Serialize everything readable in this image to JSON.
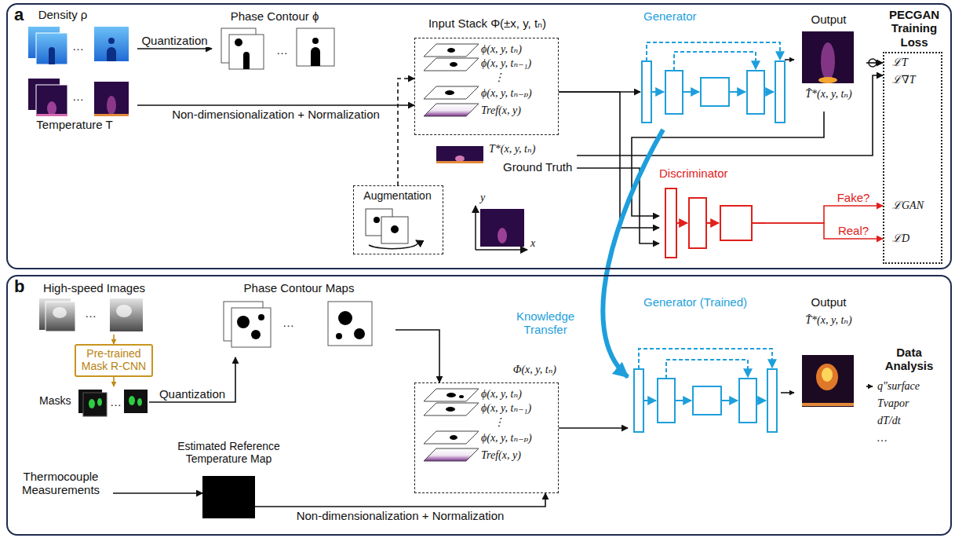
{
  "diagram": {
    "nodes": [
      {
        "text": [
          "a"
        ]
      },
      {
        "text": [
          "Density ρ"
        ],
        "in": 0
      },
      {
        "text": [
          "Temperature T"
        ],
        "in": 0
      },
      {
        "text": [
          "Phase Contour ϕ"
        ],
        "in": 0
      },
      {
        "text": [
          "Input Stack Φ(±x, y, tₙ)",
          "ϕ(x, y, tₙ)",
          "ϕ(x, y, tₙ₋₁)",
          "⋮",
          "ϕ(x, y, tₙ₋ₚ)",
          "Tref(x, y)"
        ],
        "in": 0
      },
      {
        "text": [
          "T*(x, y, tₙ)",
          "Ground Truth"
        ],
        "in": 0
      },
      {
        "text": [
          "Augmentation"
        ],
        "in": 0
      },
      {
        "text": [
          "Generator"
        ],
        "in": 0
      },
      {
        "text": [
          "Output",
          "T̂*(x, y, tₙ)"
        ],
        "in": 0
      },
      {
        "text": [
          "Discriminator"
        ],
        "in": 0
      },
      {
        "text": [
          "PECGAN Training Loss",
          "ℒT",
          "ℒ∇T",
          "ℒGAN",
          "ℒD"
        ],
        "in": 0
      },
      {
        "text": [
          "b"
        ]
      },
      {
        "text": [
          "High-speed Images"
        ],
        "in": 11
      },
      {
        "text": [
          "Pre-trained Mask R-CNN"
        ],
        "in": 11
      },
      {
        "text": [
          "Masks"
        ],
        "in": 11
      },
      {
        "text": [
          "Phase Contour Maps"
        ],
        "in": 11
      },
      {
        "text": [
          "Φ(x, y, tₙ)",
          "ϕ(x, y, tₙ)",
          "ϕ(x, y, tₙ₋₁)",
          "⋮",
          "ϕ(x, y, tₙ₋ₚ)",
          "Tref(x, y)"
        ],
        "in": 11
      },
      {
        "text": [
          "Thermocouple Measurements"
        ],
        "in": 11
      },
      {
        "text": [
          "Estimated Reference Temperature Map"
        ],
        "in": 11
      },
      {
        "text": [
          "Generator (Trained)"
        ],
        "in": 11
      },
      {
        "text": [
          "Output",
          "T̂*(x, y, tₙ)"
        ],
        "in": 11
      },
      {
        "text": [
          "Data Analysis",
          "q″surface",
          "Tvapor",
          "dT/dt",
          "…"
        ],
        "in": 11
      }
    ],
    "edges": [
      {
        "from": 1,
        "to": 3,
        "label": "Quantization",
        "arrow": "to"
      },
      {
        "from": 2,
        "to": 4,
        "label": "Non-dimensionalization + Normalization",
        "arrow": "to"
      },
      {
        "from": 6,
        "to": 4,
        "arrow": "to"
      },
      {
        "from": 4,
        "to": 7,
        "arrow": "to"
      },
      {
        "from": 4,
        "to": 9,
        "arrow": "to"
      },
      {
        "from": 7,
        "to": 8,
        "arrow": "to"
      },
      {
        "from": 8,
        "to": 10,
        "arrow": "to"
      },
      {
        "from": 5,
        "to": 10,
        "arrow": "to"
      },
      {
        "from": 8,
        "to": 9,
        "arrow": "to"
      },
      {
        "from": 5,
        "to": 9,
        "arrow": "to"
      },
      {
        "from": 9,
        "to": 10,
        "label": "Fake?",
        "arrow": "to"
      },
      {
        "from": 9,
        "to": 10,
        "label": "Real?",
        "arrow": "to"
      },
      {
        "from": 7,
        "to": 19,
        "label": "Knowledge Transfer",
        "arrow": "to"
      },
      {
        "from": 12,
        "to": 13,
        "arrow": "to"
      },
      {
        "from": 13,
        "to": 14,
        "arrow": "to"
      },
      {
        "from": 14,
        "to": 15,
        "label": "Quantization",
        "arrow": "to"
      },
      {
        "from": 15,
        "to": 16,
        "arrow": "to"
      },
      {
        "from": 17,
        "to": 18,
        "arrow": "to"
      },
      {
        "from": 18,
        "to": 16,
        "label": "Non-dimensionalization + Normalization",
        "arrow": "to"
      },
      {
        "from": 16,
        "to": 19,
        "arrow": "to"
      },
      {
        "from": 19,
        "to": 20,
        "arrow": "to"
      },
      {
        "from": 20,
        "to": 21,
        "arrow": "to"
      }
    ],
    "labels": [
      "…",
      "…",
      "…",
      "y",
      "x",
      "…",
      "…",
      "…"
    ]
  }
}
